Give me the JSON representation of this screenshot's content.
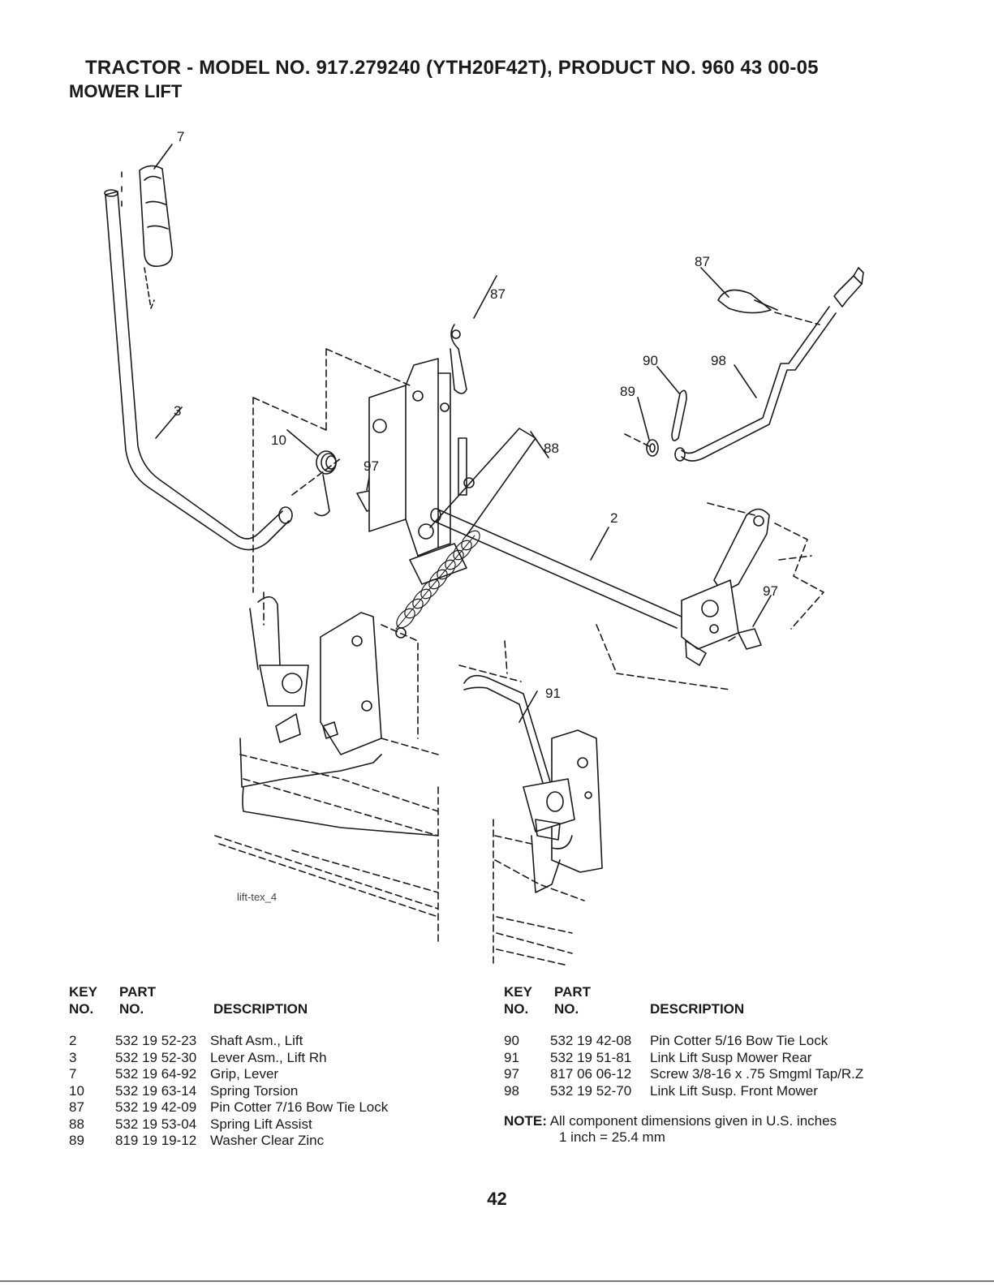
{
  "header": {
    "title": "TRACTOR - MODEL NO. 917.279240 (YTH20F42T), PRODUCT NO. 960 43 00-05",
    "subtitle": "MOWER LIFT"
  },
  "diagram": {
    "ref_label": "lift-tex_4",
    "callouts": {
      "c7": "7",
      "c3": "3",
      "c10": "10",
      "c97a": "97",
      "c87a": "87",
      "c87b": "87",
      "c90": "90",
      "c98": "98",
      "c89": "89",
      "c88": "88",
      "c2": "2",
      "c97b": "97",
      "c91": "91"
    }
  },
  "table_headers": {
    "key_line1": "KEY",
    "key_line2": "NO.",
    "part_line1": "PART",
    "part_line2": "NO.",
    "description": "DESCRIPTION"
  },
  "parts_left": [
    {
      "key": "2",
      "part": "532 19 52-23",
      "description": "Shaft Asm., Lift"
    },
    {
      "key": "3",
      "part": "532 19 52-30",
      "description": "Lever Asm., Lift Rh"
    },
    {
      "key": "7",
      "part": "532 19 64-92",
      "description": "Grip, Lever"
    },
    {
      "key": "10",
      "part": "532 19 63-14",
      "description": "Spring Torsion"
    },
    {
      "key": "87",
      "part": "532 19 42-09",
      "description": "Pin Cotter 7/16 Bow Tie Lock"
    },
    {
      "key": "88",
      "part": "532 19 53-04",
      "description": "Spring Lift Assist"
    },
    {
      "key": "89",
      "part": "819 19 19-12",
      "description": "Washer Clear Zinc"
    }
  ],
  "parts_right": [
    {
      "key": "90",
      "part": "532 19 42-08",
      "description": "Pin Cotter 5/16 Bow Tie Lock"
    },
    {
      "key": "91",
      "part": "532 19 51-81",
      "description": "Link Lift Susp Mower Rear"
    },
    {
      "key": "97",
      "part": "817 06 06-12",
      "description": "Screw 3/8-16 x .75 Smgml Tap/R.Z"
    },
    {
      "key": "98",
      "part": "532 19 52-70",
      "description": "Link Lift Susp. Front Mower"
    }
  ],
  "note": {
    "label": "NOTE:",
    "text": "All component dimensions given in U.S. inches",
    "conversion": "1 inch = 25.4 mm"
  },
  "page_number": "42"
}
